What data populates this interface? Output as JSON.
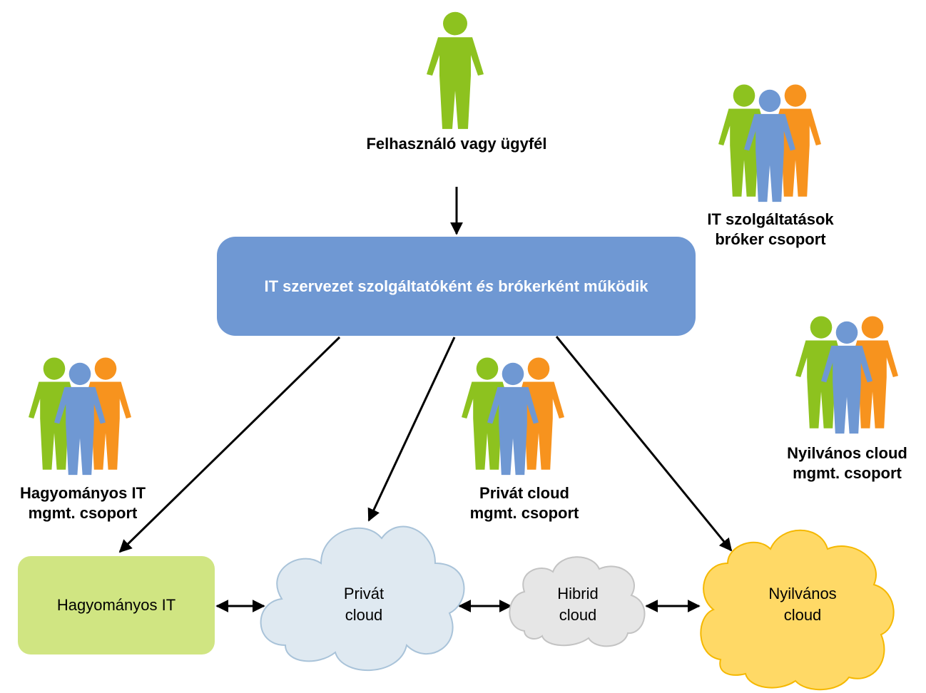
{
  "colors": {
    "green": "#8dc21f",
    "blue": "#6f98d3",
    "orange": "#f7931e",
    "main_box": "#6f98d3",
    "trad_box": "#d0e582",
    "private_cloud": "#dfe9f1",
    "private_cloud_stroke": "#a9c3d9",
    "hybrid_cloud": "#e6e6e6",
    "hybrid_cloud_stroke": "#c3c3c3",
    "public_cloud": "#ffd966",
    "public_cloud_stroke": "#f5b800"
  },
  "top_user": {
    "label": "Felhasználó vagy ügyfél",
    "icon": "person-icon"
  },
  "main_box": {
    "text_before": "IT szervezet szolgáltatóként ",
    "text_italic": "és",
    "text_after": " brókerként működik"
  },
  "groups": {
    "broker": {
      "line1": "IT szolgáltatások",
      "line2": "bróker csoport",
      "icon": "group-icon"
    },
    "traditional": {
      "line1": "Hagyományos IT",
      "line2": "mgmt. csoport",
      "icon": "group-icon"
    },
    "private": {
      "line1": "Privát cloud",
      "line2": "mgmt. csoport",
      "icon": "group-icon"
    },
    "public": {
      "line1": "Nyilvános cloud",
      "line2": "mgmt. csoport",
      "icon": "group-icon"
    }
  },
  "nodes": {
    "traditional_it": "Hagyományos IT",
    "private_cloud": {
      "line1": "Privát",
      "line2": "cloud"
    },
    "hybrid_cloud": {
      "line1": "Hibrid",
      "line2": "cloud"
    },
    "public_cloud": {
      "line1": "Nyilvános",
      "line2": "cloud"
    }
  }
}
